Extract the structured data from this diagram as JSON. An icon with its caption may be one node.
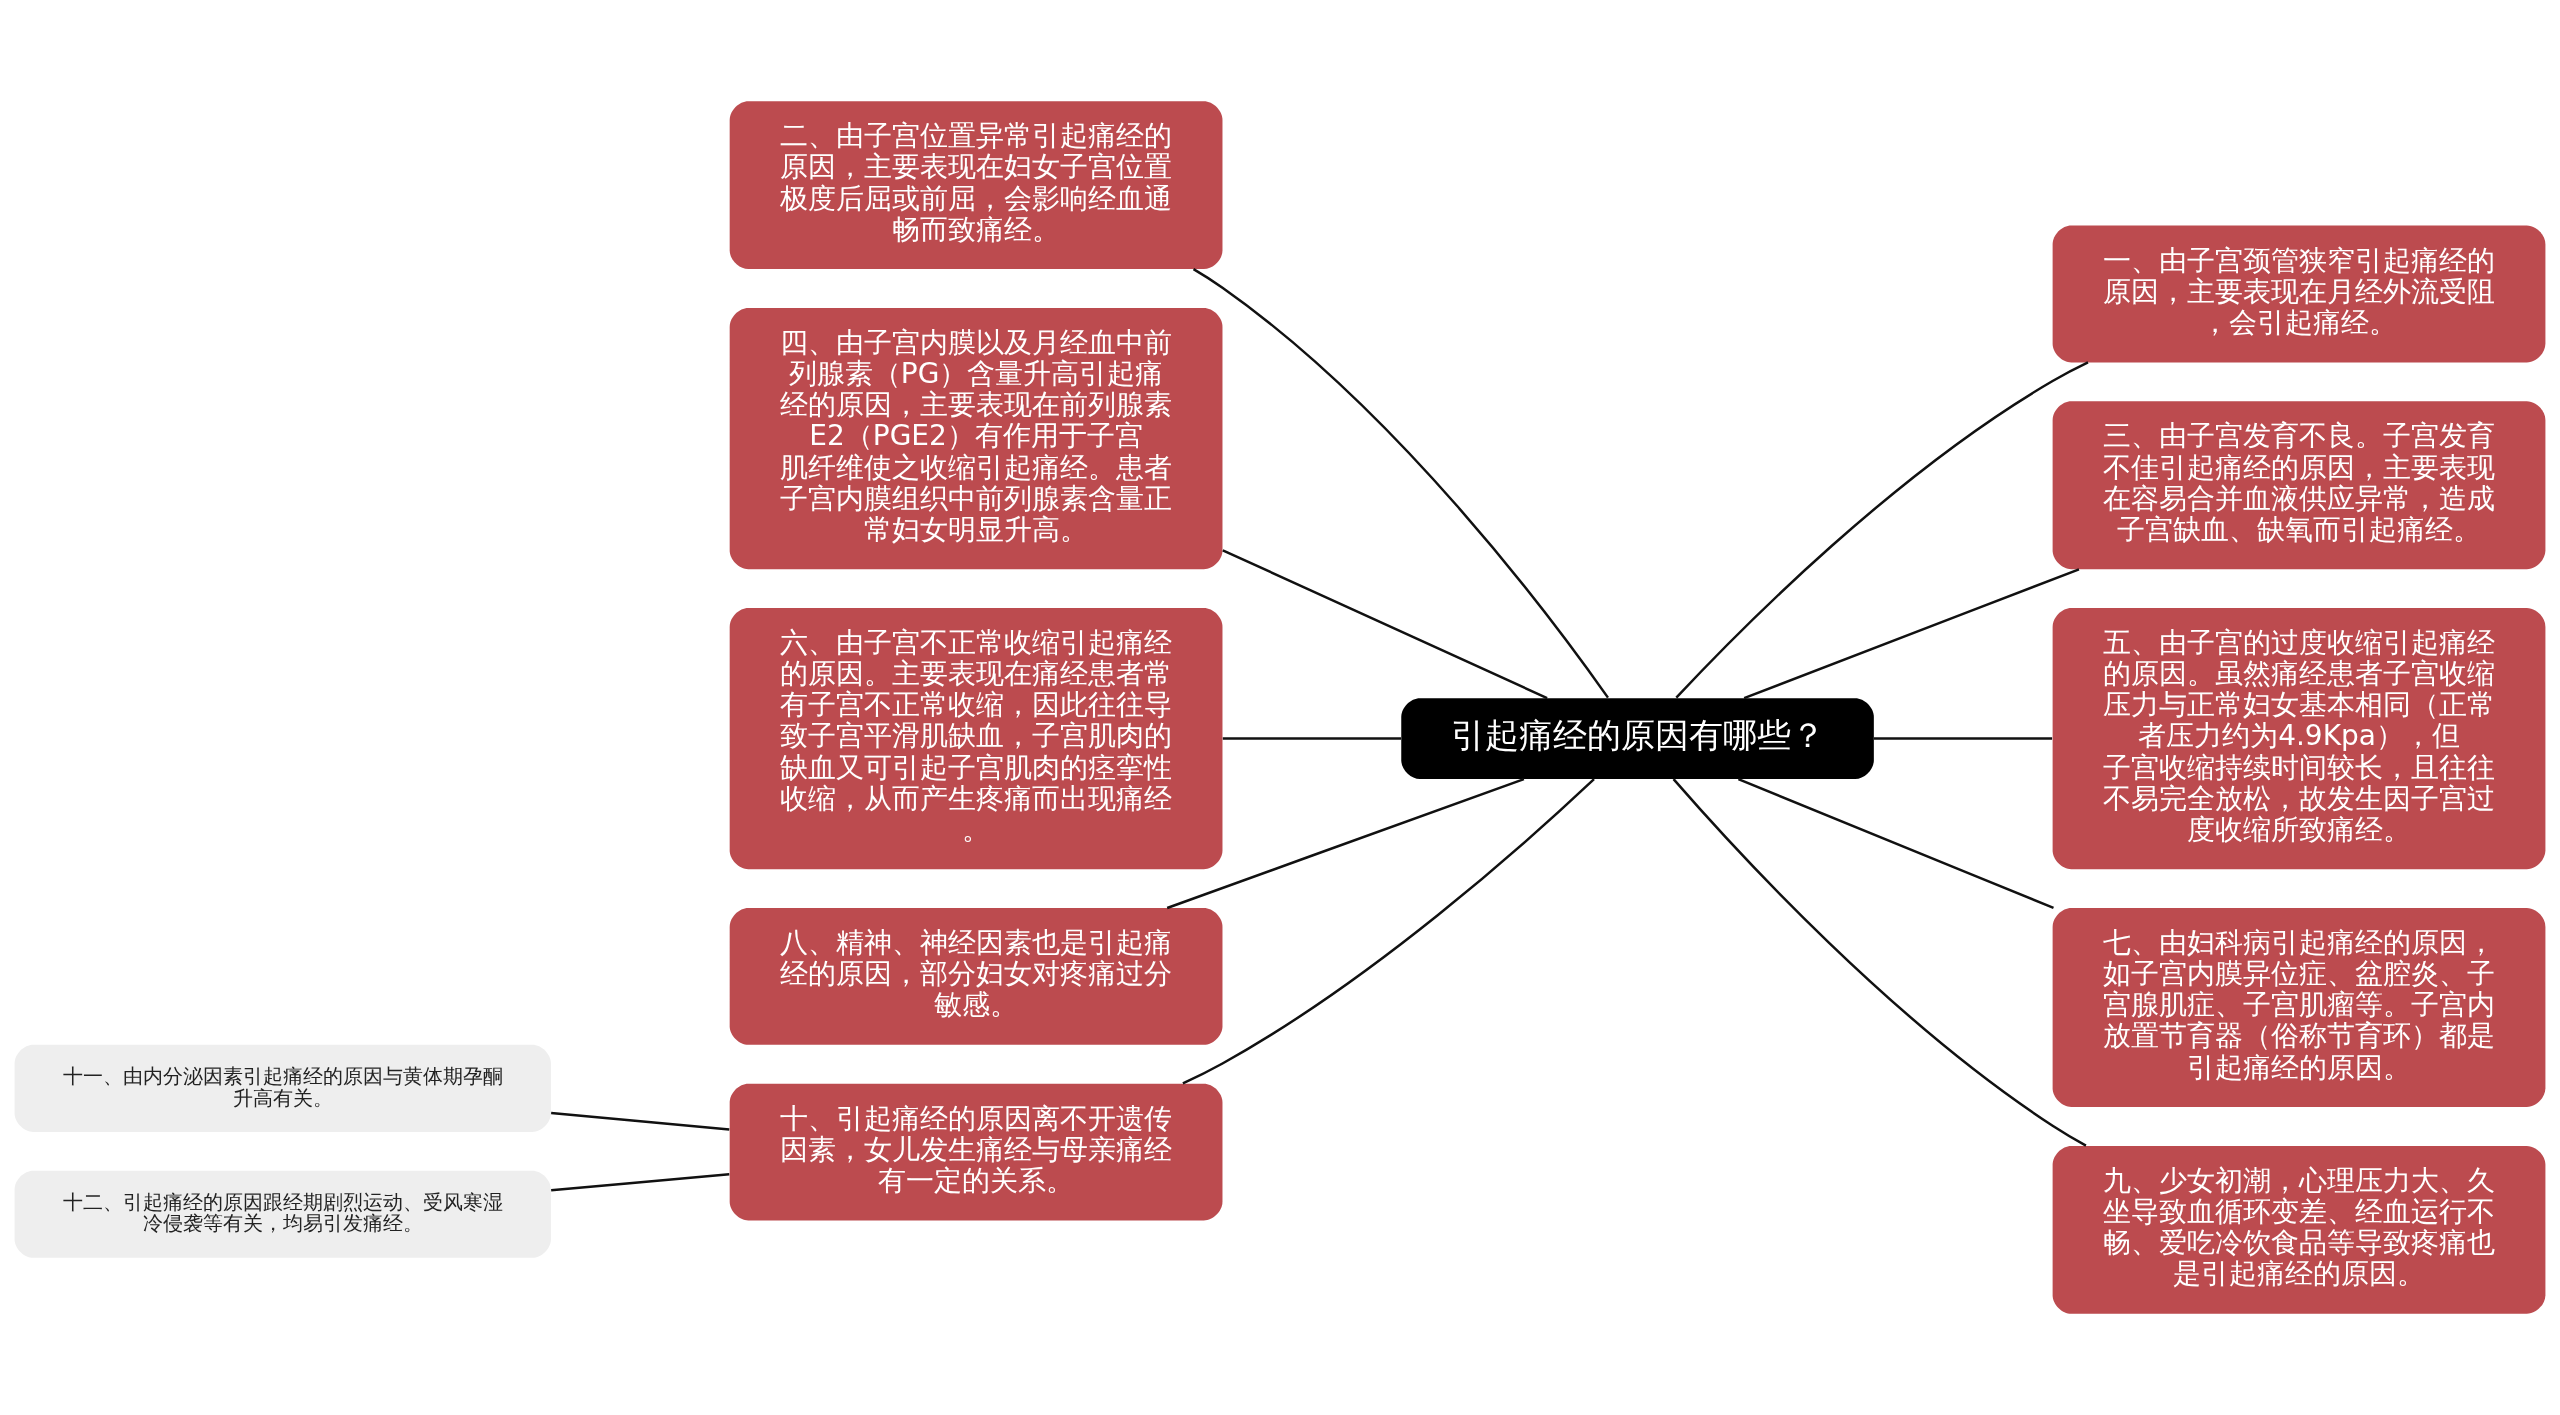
{
  "diagram": {
    "nodes": [
      {
        "text": [
          "引起痛经的原因有哪些？"
        ]
      },
      {
        "text": [
          "一、由子宫颈管狭窄引起痛经的原因，主要表现在月经外流受阻，会引起痛经。"
        ]
      },
      {
        "text": [
          "二、由子宫位置异常引起痛经的原因，主要表现在妇女子宫位置极度后屈或前屈，会影响经血通畅而致痛经。"
        ]
      },
      {
        "text": [
          "三、由子宫发育不良。子宫发育不佳引起痛经的原因，主要表现在容易合并血液供应异常，造成子宫缺血、缺氧而引起痛经。"
        ]
      },
      {
        "text": [
          "四、由子宫内膜以及月经血中前列腺素（PG）含量升高引起痛经的原因，主要表现在前列腺素E2（PGE2）有作用于子宫肌纤维使之收缩引起痛经。患者子宫内膜组织中前列腺素含量正常妇女明显升高。"
        ]
      },
      {
        "text": [
          "五、由子宫的过度收缩引起痛经的原因。虽然痛经患者子宫收缩压力与正常妇女基本相同（正常者压力约为4.9Kpa），但子宫收缩持续时间较长，且往往不易完全放松，故发生因子宫过度收缩所致痛经。"
        ]
      },
      {
        "text": [
          "六、由子宫不正常收缩引起痛经的原因。主要表现在痛经患者常有子宫不正常收缩，因此往往导致子宫平滑肌缺血，子宫肌肉的缺血又可引起子宫肌肉的痉挛性收缩，从而产生疼痛而出现痛经。"
        ]
      },
      {
        "text": [
          "七、由妇科病引起痛经的原因，如子宫内膜异位症、盆腔炎、子宫腺肌症、子宫肌瘤等。子宫内放置节育器（俗称节育环）都是引起痛经的原因。"
        ]
      },
      {
        "text": [
          "八、精神、神经因素也是引起痛经的原因，部分妇女对疼痛过分敏感。"
        ]
      },
      {
        "text": [
          "九、少女初潮，心理压力大、久坐导致血循环变差、经血运行不畅、爱吃冷饮食品等导致疼痛也是引起痛经的原因。"
        ]
      },
      {
        "text": [
          "十、引起痛经的原因离不开遗传因素，女儿发生痛经与母亲痛经有一定的关系。"
        ]
      },
      {
        "text": [
          "十一、由内分泌因素引起痛经的原因与黄体期孕酮升高有关。"
        ]
      },
      {
        "text": [
          "十二、引起痛经的原因跟经期剧烈运动、受风寒湿冷侵袭等有关，均易引发痛经。"
        ]
      }
    ],
    "edges": [
      {
        "from": 0,
        "to": 1,
        "arrow": "none"
      },
      {
        "from": 0,
        "to": 2,
        "arrow": "none"
      },
      {
        "from": 0,
        "to": 3,
        "arrow": "none"
      },
      {
        "from": 0,
        "to": 4,
        "arrow": "none"
      },
      {
        "from": 0,
        "to": 5,
        "arrow": "none"
      },
      {
        "from": 0,
        "to": 6,
        "arrow": "none"
      },
      {
        "from": 0,
        "to": 7,
        "arrow": "none"
      },
      {
        "from": 0,
        "to": 8,
        "arrow": "none"
      },
      {
        "from": 0,
        "to": 9,
        "arrow": "none"
      },
      {
        "from": 0,
        "to": 10,
        "arrow": "none"
      },
      {
        "from": 10,
        "to": 11,
        "arrow": "none"
      },
      {
        "from": 10,
        "to": 12,
        "arrow": "none"
      }
    ]
  }
}
